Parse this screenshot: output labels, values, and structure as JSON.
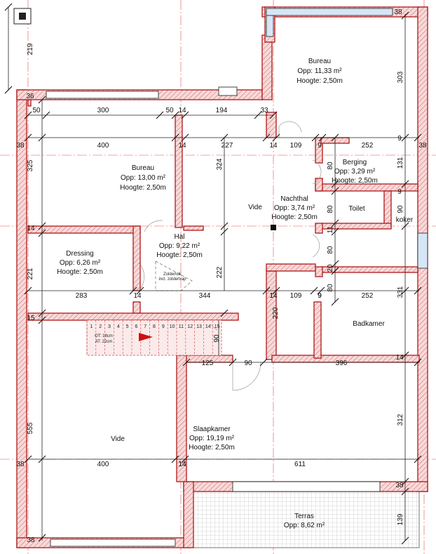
{
  "rooms": {
    "bureau_top": {
      "name": "Bureau",
      "opp": "Opp: 11,33 m²",
      "hoogte": "Hoogte: 2,50m"
    },
    "bureau_left": {
      "name": "Bureau",
      "opp": "Opp: 13,00 m²",
      "hoogte": "Hoogte: 2,50m"
    },
    "berging": {
      "name": "Berging",
      "opp": "Opp: 3,29 m²",
      "hoogte": "Hoogte: 2,50m"
    },
    "nachthal": {
      "name": "Nachthal",
      "opp": "Opp: 3,74 m²",
      "hoogte": "Hoogte: 2,50m"
    },
    "toilet": {
      "name": "Toilet"
    },
    "koker": {
      "name": "koker"
    },
    "dressing": {
      "name": "Dressing",
      "opp": "Opp: 6,26 m²",
      "hoogte": "Hoogte: 2,50m"
    },
    "hal": {
      "name": "Hal",
      "opp": "Opp: 9,22 m²",
      "hoogte": "Hoogte: 2,50m"
    },
    "badkamer": {
      "name": "Badkamer"
    },
    "slaapkamer": {
      "name": "Slaapkamer",
      "opp": "Opp: 19,19 m²",
      "hoogte": "Hoogte: 2,50m"
    },
    "terras": {
      "name": "Terras",
      "opp": "Opp: 8,62 m²"
    },
    "vide_mid": {
      "name": "Vide"
    },
    "vide_left": {
      "name": "Vide"
    }
  },
  "zolder": {
    "line1": "Zolderluik",
    "line2": "incl. zoldertrap"
  },
  "stair": {
    "steps": [
      "1",
      "2",
      "3",
      "4",
      "5",
      "6",
      "7",
      "8",
      "9",
      "10",
      "11",
      "12",
      "13",
      "14",
      "15"
    ],
    "ot": "OT: 18cm",
    "at": "AT: 22cm"
  },
  "dims": {
    "top_row": [
      "50",
      "300",
      "50",
      "14",
      "194",
      "33"
    ],
    "row2": [
      "400",
      "14",
      "227",
      "14",
      "109",
      "9",
      "252"
    ],
    "right_col": [
      "303",
      "131",
      "90",
      "11",
      "331",
      "312",
      "139"
    ],
    "left_col": [
      "219",
      "325",
      "221",
      "555"
    ],
    "edge": [
      "36",
      "38",
      "38",
      "38",
      "9",
      "9",
      "9",
      "14",
      "14",
      "14",
      "15",
      "38",
      "38",
      "38"
    ],
    "mid_col": [
      "324",
      "222",
      "220"
    ],
    "row_hal": [
      "283",
      "14",
      "344",
      "14",
      "109",
      "9",
      "252"
    ],
    "row_slaap": [
      "125",
      "90",
      "396",
      "14"
    ],
    "bottom_row": [
      "400",
      "14",
      "611"
    ],
    "berging_v": [
      "80",
      "80",
      "80",
      "20",
      "80"
    ],
    "stair_v": "90"
  }
}
